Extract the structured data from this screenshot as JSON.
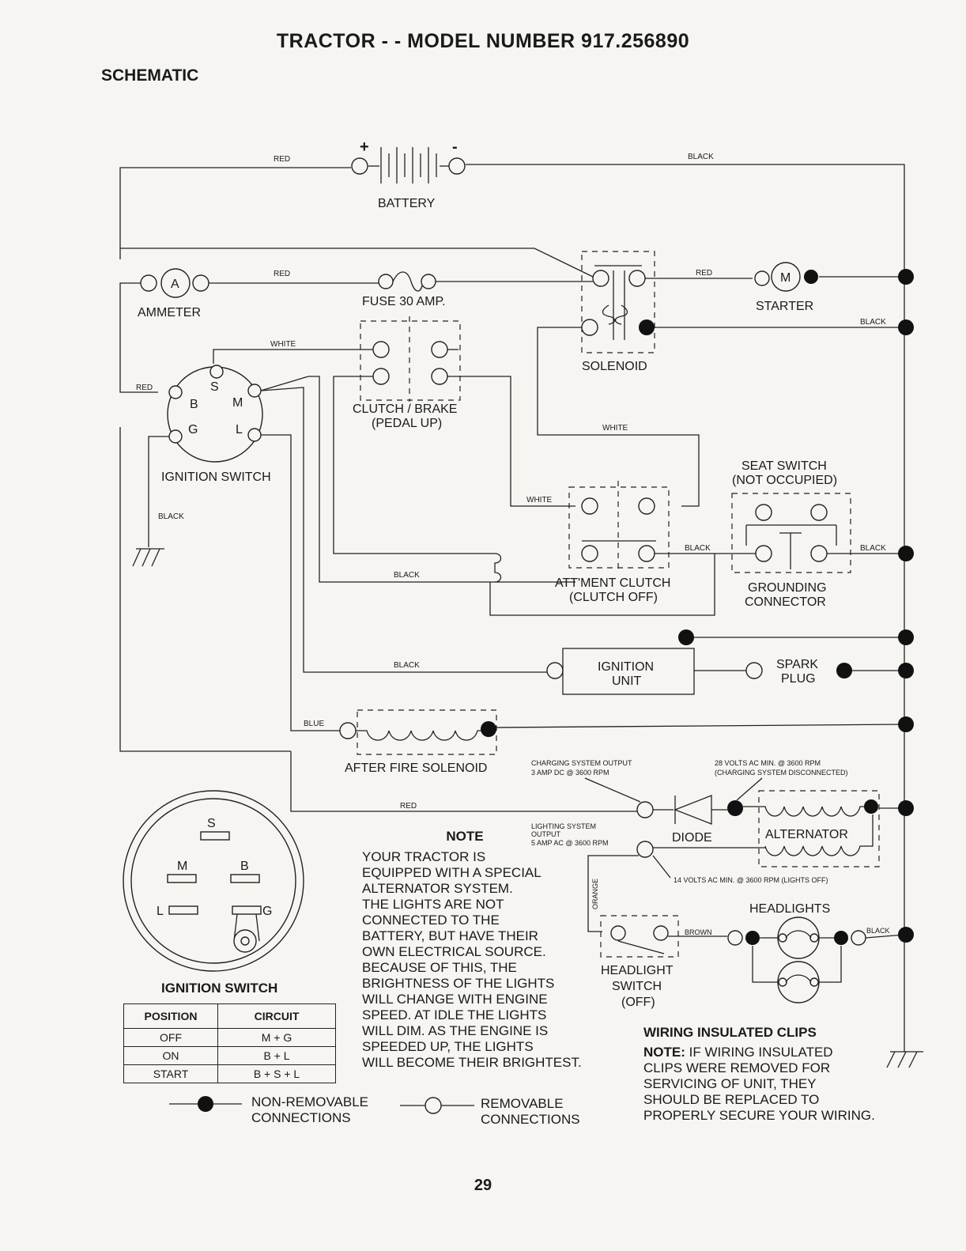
{
  "header": {
    "title": "TRACTOR - - MODEL NUMBER 917.256890",
    "section": "SCHEMATIC"
  },
  "components": {
    "battery": "BATTERY",
    "battery_plus": "+",
    "battery_minus": "-",
    "ammeter": "AMMETER",
    "ammeter_symbol": "A",
    "fuse": "FUSE 30 AMP.",
    "starter": "STARTER",
    "starter_symbol": "M",
    "solenoid": "SOLENOID",
    "clutch_brake_1": "CLUTCH / BRAKE",
    "clutch_brake_2": "(PEDAL UP)",
    "ignition_switch": "IGNITION SWITCH",
    "ign_terminals": {
      "s": "S",
      "b": "B",
      "m": "M",
      "g": "G",
      "l": "L"
    },
    "seat_switch_1": "SEAT SWITCH",
    "seat_switch_2": "(NOT OCCUPIED)",
    "attment_clutch_1": "ATT'MENT CLUTCH",
    "attment_clutch_2": "(CLUTCH OFF)",
    "grounding_1": "GROUNDING",
    "grounding_2": "CONNECTOR",
    "ignition_unit_1": "IGNITION",
    "ignition_unit_2": "UNIT",
    "spark_plug_1": "SPARK",
    "spark_plug_2": "PLUG",
    "after_fire": "AFTER FIRE SOLENOID",
    "diode": "DIODE",
    "alternator": "ALTERNATOR",
    "headlights": "HEADLIGHTS",
    "headlight_switch_1": "HEADLIGHT",
    "headlight_switch_2": "SWITCH",
    "headlight_switch_3": "(OFF)"
  },
  "wires": {
    "red": "RED",
    "black": "BLACK",
    "white": "WHITE",
    "blue": "BLUE",
    "orange": "ORANGE",
    "brown": "BROWN"
  },
  "annotations": {
    "charging_1": "CHARGING SYSTEM OUTPUT",
    "charging_2": "3 AMP DC @ 3600 RPM",
    "volts28_1": "28 VOLTS AC MIN. @ 3600 RPM",
    "volts28_2": "(CHARGING SYSTEM DISCONNECTED)",
    "lighting_1": "LIGHTING SYSTEM",
    "lighting_2": "OUTPUT",
    "lighting_3": "5 AMP AC @ 3600 RPM",
    "volts14": "14 VOLTS AC MIN. @ 3600 RPM (LIGHTS OFF)"
  },
  "connector_view": {
    "s": "S",
    "m": "M",
    "b": "B",
    "l": "L",
    "g": "G"
  },
  "note": {
    "title": "NOTE",
    "body": "YOUR TRACTOR IS\nEQUIPPED WITH A SPECIAL\nALTERNATOR SYSTEM.\nTHE LIGHTS ARE NOT\nCONNECTED TO THE\nBATTERY, BUT HAVE THEIR\nOWN ELECTRICAL SOURCE.\nBECAUSE OF THIS, THE\nBRIGHTNESS OF THE LIGHTS\nWILL CHANGE WITH ENGINE\nSPEED.  AT IDLE THE LIGHTS\nWILL DIM.  AS THE ENGINE IS\nSPEEDED UP, THE LIGHTS\nWILL BECOME THEIR BRIGHTEST."
  },
  "clips": {
    "title": "WIRING INSULATED CLIPS",
    "body_bold": "NOTE:",
    "body": " IF WIRING INSULATED\nCLIPS WERE REMOVED FOR\nSERVICING OF UNIT, THEY\nSHOULD BE REPLACED TO\nPROPERLY SECURE YOUR WIRING."
  },
  "ignition_table": {
    "title": "IGNITION SWITCH",
    "headers": [
      "POSITION",
      "CIRCUIT"
    ],
    "rows": [
      [
        "OFF",
        "M + G"
      ],
      [
        "ON",
        "B + L"
      ],
      [
        "START",
        "B + S + L"
      ]
    ]
  },
  "legend": {
    "non_removable": "NON-REMOVABLE\nCONNECTIONS",
    "removable": "REMOVABLE\nCONNECTIONS"
  },
  "footer": {
    "page_number": "29"
  }
}
